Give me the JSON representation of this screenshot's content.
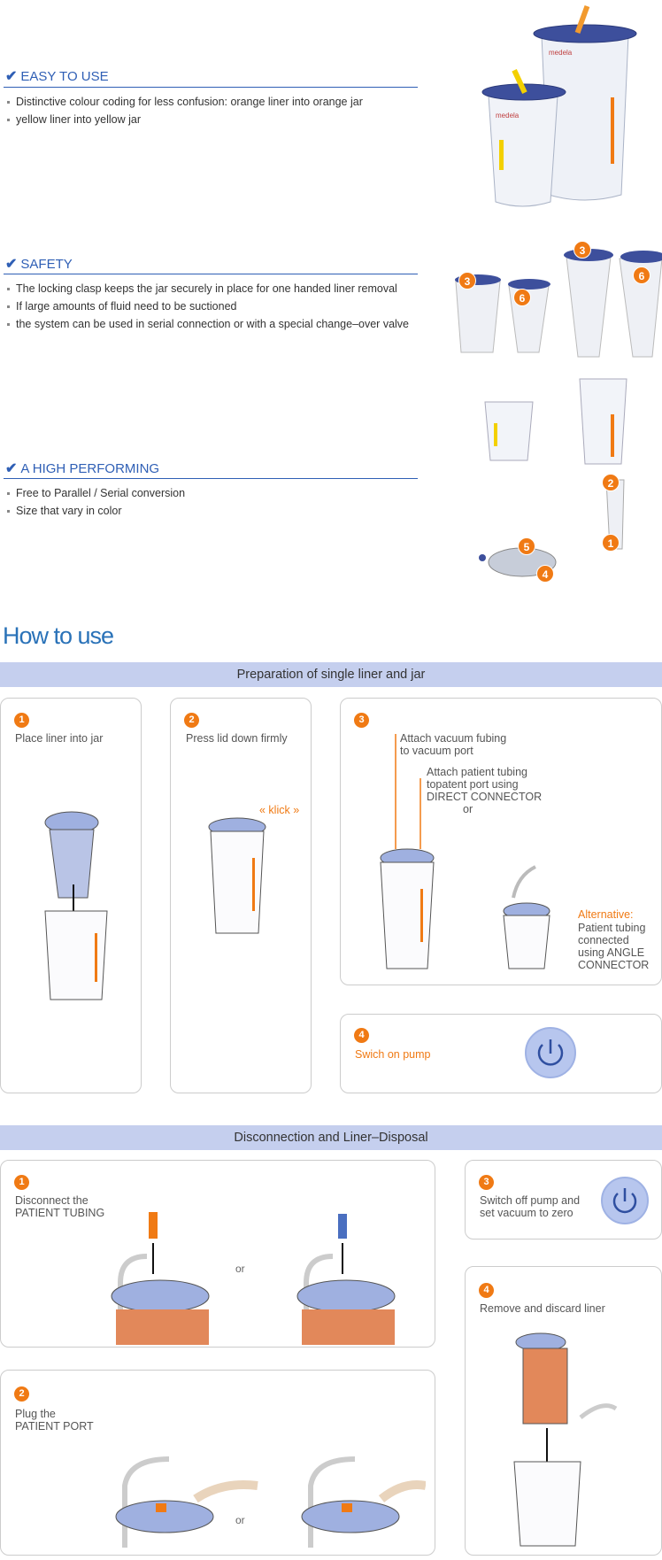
{
  "features": [
    {
      "title": "EASY TO USE",
      "bullets": [
        "Distinctive colour coding for less confusion: orange liner into orange jar",
        "yellow liner into yellow jar"
      ]
    },
    {
      "title": "SAFETY",
      "bullets": [
        "The locking clasp keeps the jar securely in place for one handed liner removal",
        "If large amounts of fluid need to be suctioned",
        "the system can be used in serial connection or with a special change–over valve"
      ]
    },
    {
      "title": "A HIGH PERFORMING",
      "bullets": [
        "Free to Parallel / Serial conversion",
        "Size that vary in color"
      ]
    }
  ],
  "product_images": {
    "brand_small": "medela",
    "brand_large": "medela",
    "badges": [
      "3",
      "6",
      "3",
      "6",
      "2",
      "1",
      "5",
      "4"
    ]
  },
  "howto_title": "How to use",
  "prep": {
    "band": "Preparation of single liner and jar",
    "steps": [
      {
        "num": "1",
        "text": "Place liner into jar"
      },
      {
        "num": "2",
        "text": "Press lid down firmly",
        "klick": "« klick »"
      },
      {
        "num": "3",
        "vacuum": "Attach vacuum fubing\nto vacuum port",
        "patient": "Attach patient tubing\ntopatent port using\nDIRECT CONNECTOR",
        "or": "or",
        "alt_label": "Alternative:",
        "alt_text": "Patient tubing\nconnected\nusing ANGLE\nCONNECTOR"
      },
      {
        "num": "4",
        "text": "Swich on pump"
      }
    ]
  },
  "disposal": {
    "band": "Disconnection and Liner–Disposal",
    "steps": [
      {
        "num": "1",
        "text": "Disconnect the\nPATIENT TUBING",
        "or": "or"
      },
      {
        "num": "2",
        "text": "Plug the\nPATIENT PORT",
        "or": "or"
      },
      {
        "num": "3",
        "text": "Switch off pump and\nset vacuum to zero"
      },
      {
        "num": "4",
        "text": "Remove and discard liner"
      }
    ]
  },
  "colors": {
    "accent_blue": "#2f5fb5",
    "band_blue": "#c5cfee",
    "orange": "#f07a14",
    "lid_blue": "#3d4f9c",
    "yellow": "#f3d000"
  }
}
